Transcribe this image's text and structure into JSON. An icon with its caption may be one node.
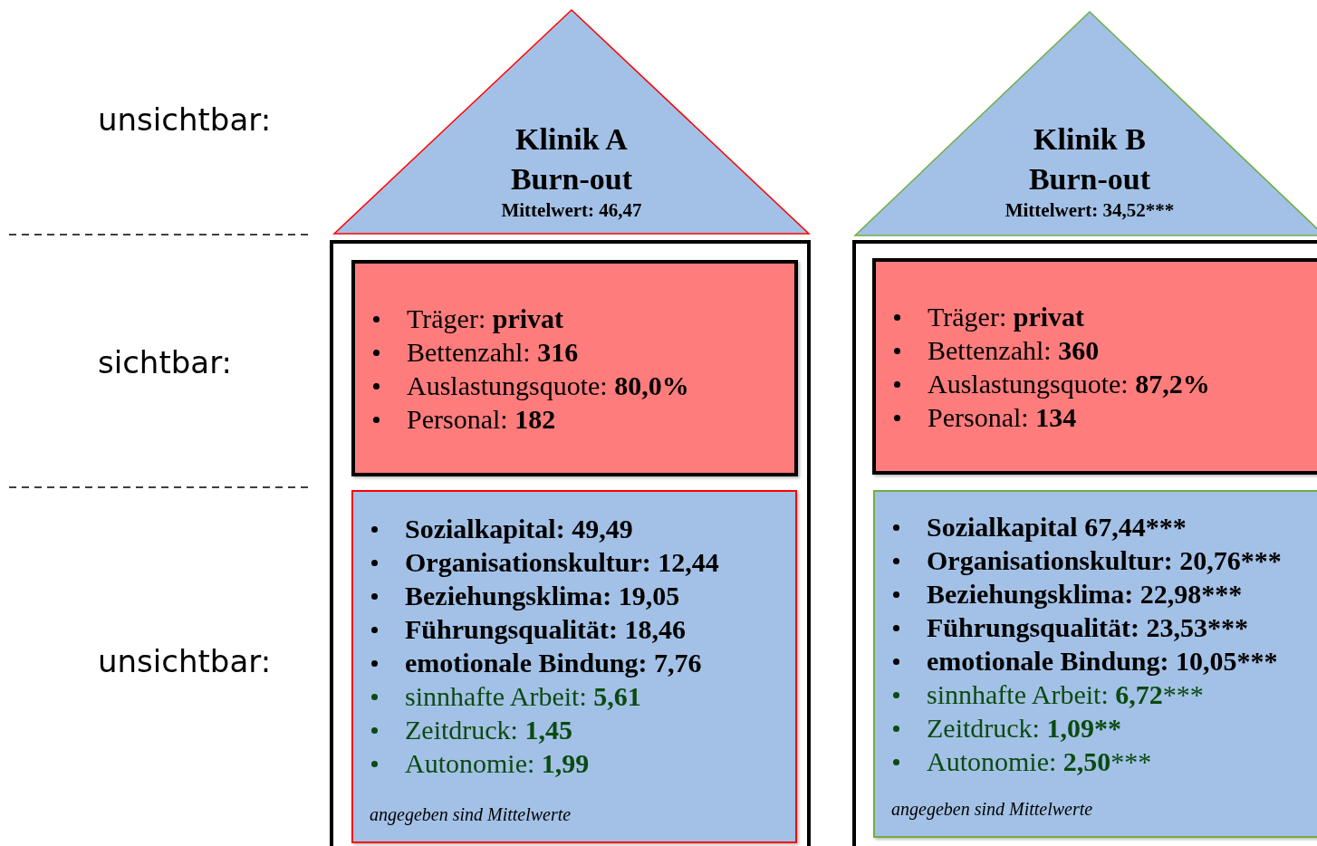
{
  "diagram": {
    "nodes": [
      {
        "text": [
          "Klinik A Burn-out",
          "Mittelwert: 46,47"
        ]
      },
      {
        "text": [],
        "shape": "box"
      },
      {
        "text": [
          "Träger: privat",
          "Bettenzahl: 316",
          "Auslastungsquote: 80,0%",
          "Personal: 182"
        ],
        "in": 1
      },
      {
        "text": [
          "Sozialkapital: 49,49",
          "Organisationskultur: 12,44",
          "Beziehungsklima: 19,05",
          "Führungsqualität: 18,46",
          "emotionale Bindung: 7,76",
          "sinnhafte Arbeit: 5,61",
          "Zeitdruck: 1,45",
          "Autonomie: 1,99",
          "angegeben sind Mittelwerte"
        ],
        "in": 1
      },
      {
        "text": [
          "Klinik B Burn-out",
          "Mittelwert: 34,52***"
        ]
      },
      {
        "text": [],
        "shape": "box"
      },
      {
        "text": [
          "Träger: privat",
          "Bettenzahl: 360",
          "Auslastungsquote: 87,2%",
          "Personal: 134"
        ],
        "in": 5
      },
      {
        "text": [
          "Sozialkapital 67,44***",
          "Organisationskultur: 20,76***",
          "Beziehungsklima: 22,98***",
          "Führungsqualität: 23,53***",
          "emotionale Bindung: 10,05***",
          "sinnhafte Arbeit: 6,72***",
          "Zeitdruck: 1,09**",
          "Autonomie: 2,50***",
          "angegeben sind Mittelwerte"
        ],
        "in": 5
      }
    ],
    "edges": [],
    "labels": [
      "unsichtbar:",
      "sichtbar:",
      "unsichtbar:"
    ]
  }
}
